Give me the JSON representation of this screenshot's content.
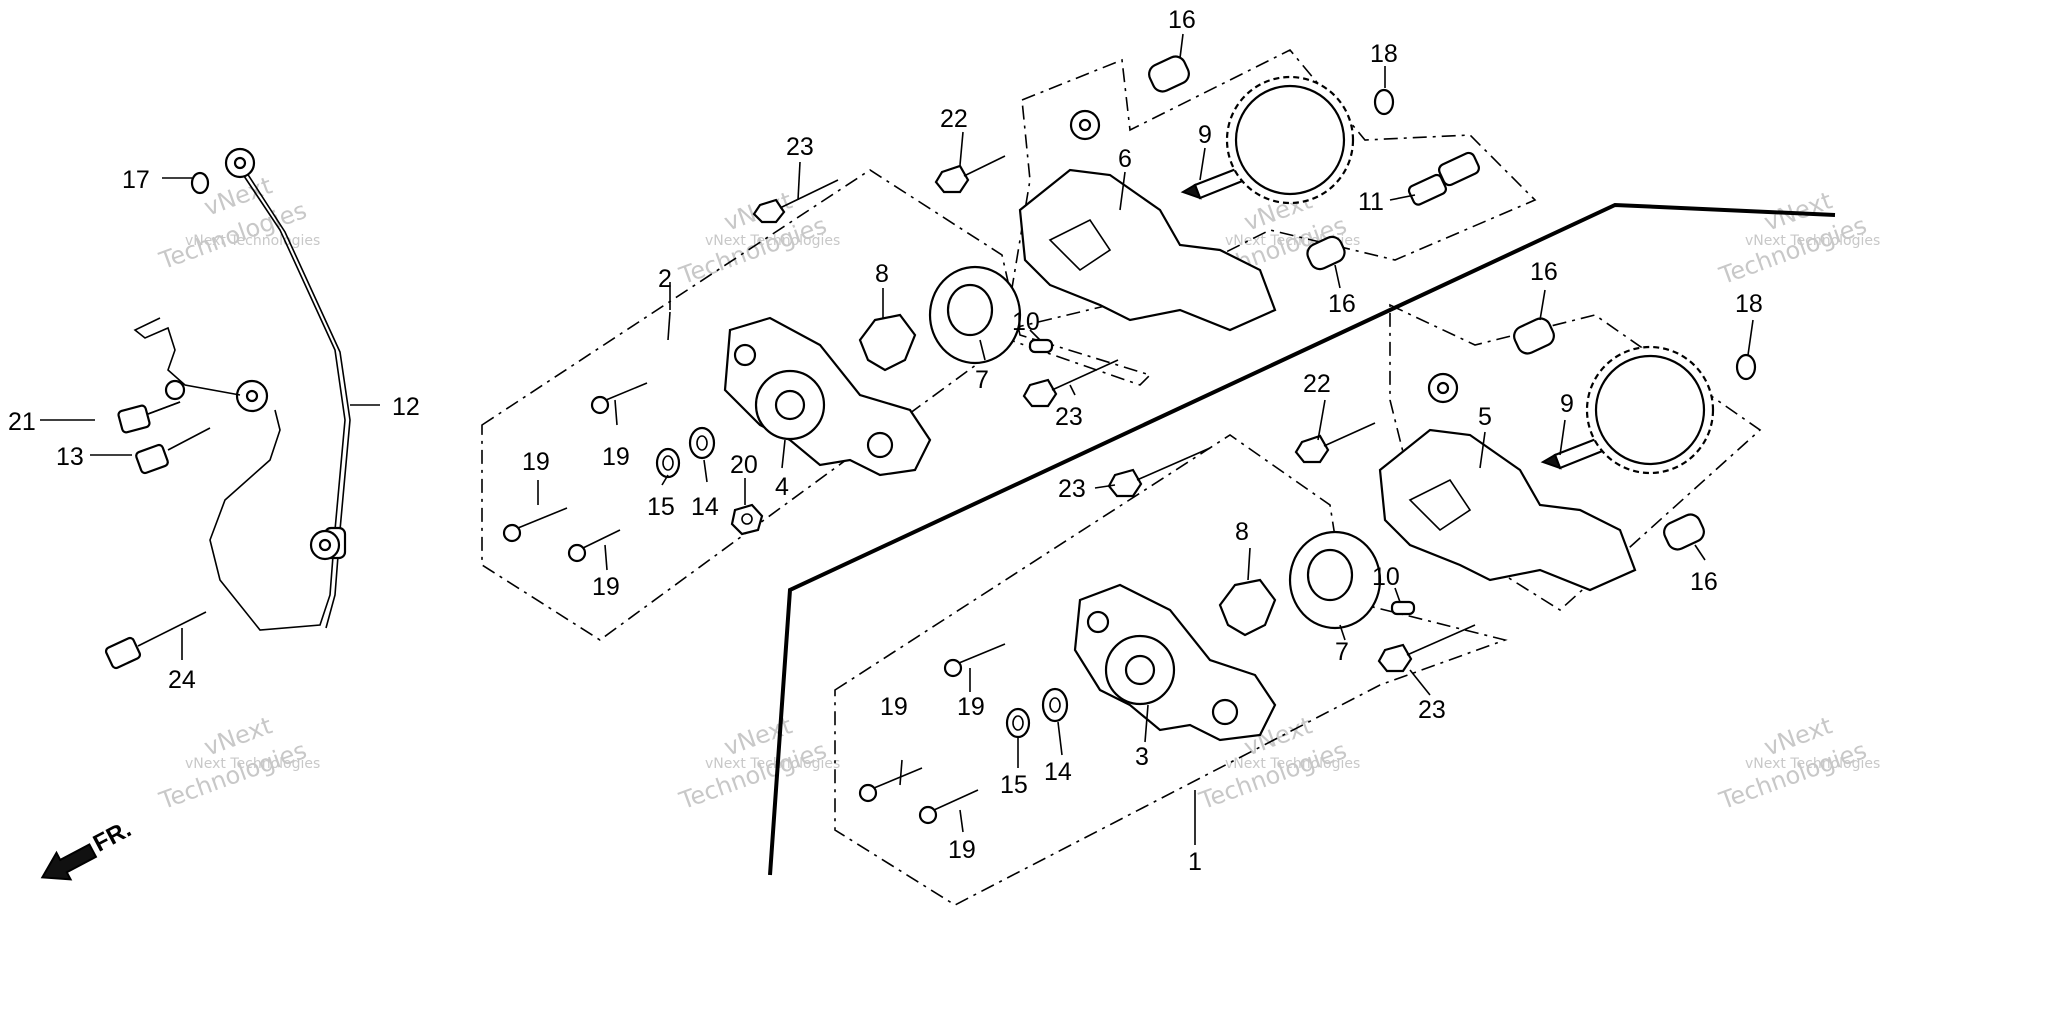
{
  "diagram": {
    "callouts": [
      "1",
      "2",
      "3",
      "4",
      "5",
      "6",
      "7",
      "8",
      "9",
      "10",
      "11",
      "12",
      "13",
      "14",
      "15",
      "16",
      "17",
      "18",
      "19",
      "20",
      "21",
      "22",
      "23",
      "24"
    ],
    "watermark": {
      "line1": "vNext",
      "line2": "vNext Technologies",
      "line3": "Technologies"
    },
    "direction_label": "FR."
  }
}
